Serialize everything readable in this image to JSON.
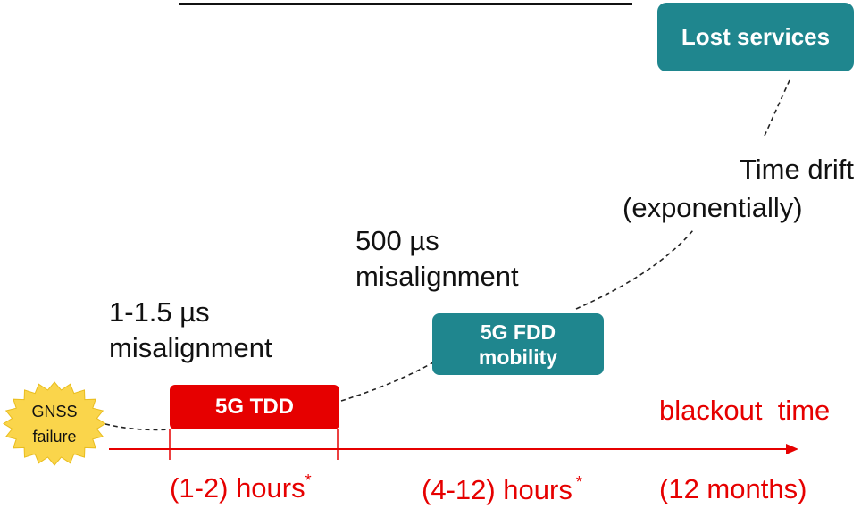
{
  "colors": {
    "teal": "#1f868e",
    "red": "#e60000",
    "star": "#fad54b",
    "ink": "#111111"
  },
  "nodes": {
    "lost_services": "Lost services",
    "fdd": [
      "5G FDD",
      "mobility"
    ],
    "tdd": "5G TDD",
    "gnss": [
      "GNSS",
      "failure"
    ]
  },
  "labels": {
    "time_drift": "Time drift",
    "exponentially": "(exponentially)",
    "fdd_misalignment": [
      "500 µs",
      "misalignment"
    ],
    "tdd_misalignment": [
      "1-1.5 µs",
      "misalignment"
    ]
  },
  "timeline": {
    "axis_label": "blackout  time",
    "periods": [
      {
        "text": "(1-2) hours",
        "note": "*"
      },
      {
        "text": "(4-12) hours",
        "note": "*"
      },
      {
        "text": "(12 months)"
      }
    ]
  }
}
